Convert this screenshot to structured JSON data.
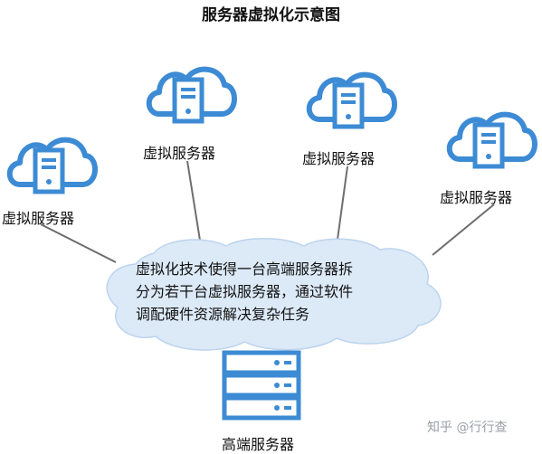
{
  "title": "服务器虚拟化示意图",
  "virtual_servers": [
    {
      "label": "虚拟服务器"
    },
    {
      "label": "虚拟服务器"
    },
    {
      "label": "虚拟服务器"
    },
    {
      "label": "虚拟服务器"
    }
  ],
  "cloud_text": [
    "虚拟化技术使得一台高端服务器拆",
    "分为若干台虚拟服务器，通过软件",
    "调配硬件资源解决复杂任务"
  ],
  "host_server": {
    "label": "高端服务器"
  },
  "watermark": "知乎 @行行查",
  "colors": {
    "icon_blue": "#3d8bd4",
    "cloud_fill": "#dce9f7",
    "line": "#6e6e6e"
  },
  "icons": {
    "virtual_server": "cloud-server-icon",
    "host_server": "rack-server-icon"
  }
}
